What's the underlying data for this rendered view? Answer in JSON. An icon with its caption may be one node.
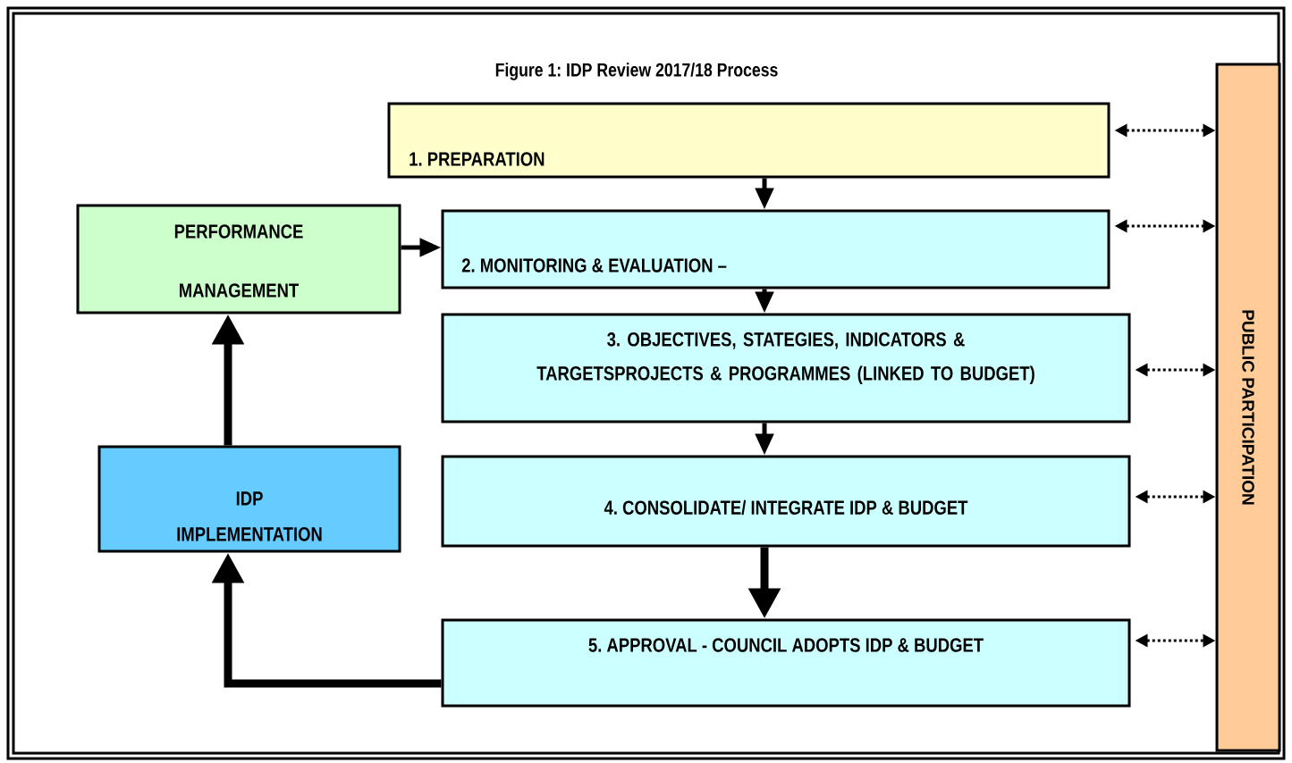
{
  "diagram": {
    "title": "Figure 1: IDP Review 2017/18 Process",
    "nodes": [
      {
        "text": [
          "1. PREPARATION"
        ]
      },
      {
        "text": [
          "PERFORMANCE MANAGEMENT"
        ]
      },
      {
        "text": [
          "2. MONITORING & EVALUATION –"
        ]
      },
      {
        "text": [
          "3. OBJECTIVES, STATEGIES, INDICATORS & TARGETSPROJECTS & PROGRAMMES (LINKED TO BUDGET)"
        ]
      },
      {
        "text": [
          "IDP IMPLEMENTATION"
        ]
      },
      {
        "text": [
          "4. CONSOLIDATE/ INTEGRATE IDP & BUDGET"
        ]
      },
      {
        "text": [
          "5. APPROVAL - COUNCIL ADOPTS IDP & BUDGET"
        ]
      },
      {
        "text": [
          "PUBLIC PARTICIPATION"
        ]
      }
    ],
    "edges": [
      {
        "from": 0,
        "to": 2,
        "arrow": "to"
      },
      {
        "from": 1,
        "to": 2,
        "arrow": "to"
      },
      {
        "from": 2,
        "to": 3,
        "arrow": "to"
      },
      {
        "from": 3,
        "to": 5,
        "arrow": "to"
      },
      {
        "from": 5,
        "to": 6,
        "arrow": "to",
        "style": "thick"
      },
      {
        "from": 6,
        "to": 4,
        "arrow": "to",
        "style": "thick"
      },
      {
        "from": 4,
        "to": 1,
        "arrow": "to",
        "style": "thick"
      },
      {
        "from": 0,
        "to": 7,
        "arrow": "both",
        "style": "dashed"
      },
      {
        "from": 2,
        "to": 7,
        "arrow": "both",
        "style": "dashed"
      },
      {
        "from": 3,
        "to": 7,
        "arrow": "both",
        "style": "dashed"
      },
      {
        "from": 5,
        "to": 7,
        "arrow": "both",
        "style": "dashed"
      },
      {
        "from": 6,
        "to": 7,
        "arrow": "both",
        "style": "dashed"
      }
    ]
  }
}
